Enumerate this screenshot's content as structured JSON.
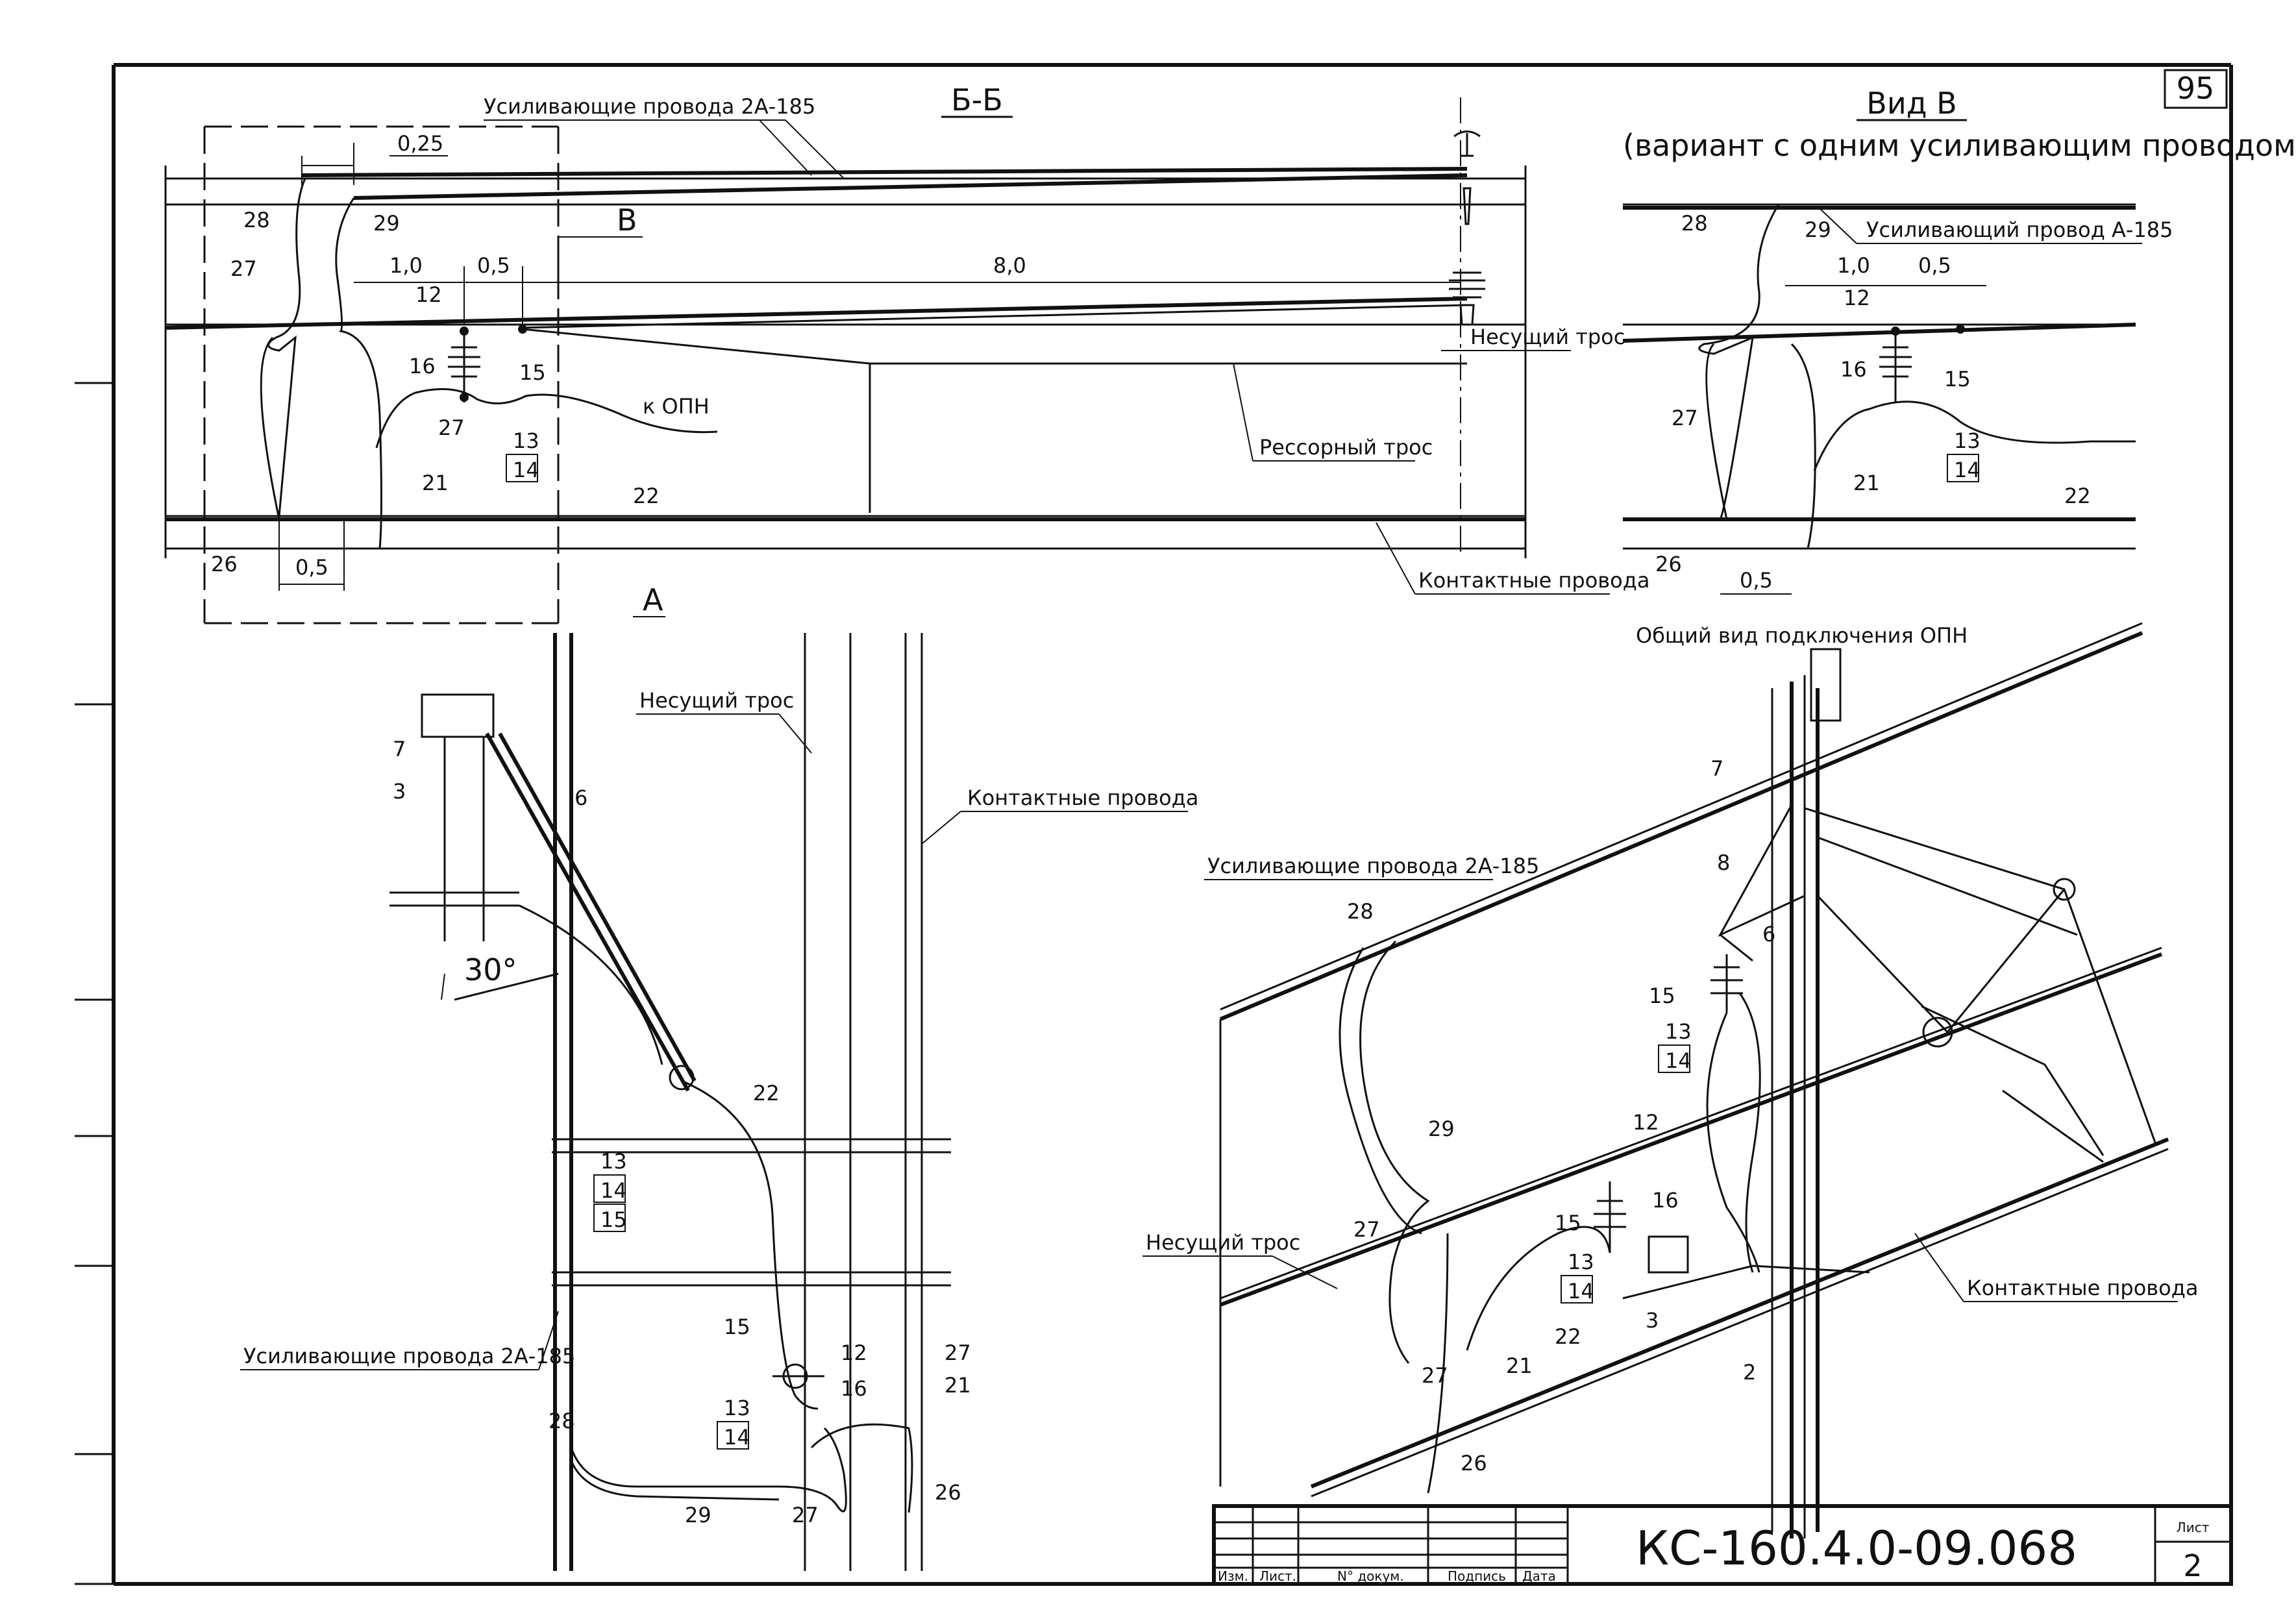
{
  "sheet": {
    "page_number": "95",
    "document_code": "КС-160.4.0-09.068",
    "list_label": "Лист",
    "list_number": "2",
    "title_block_headers": [
      "Изм.",
      "Лист.",
      "N° докум.",
      "Подпись",
      "Дата"
    ]
  },
  "section_bb": {
    "title": "Б-Б",
    "reinforcing_wires": "Усиливающие провода 2А-185",
    "dim_025": "0,25",
    "dim_10": "1,0",
    "dim_05_top": "0,5",
    "dim_80": "8,0",
    "dim_05_bottom": "0,5",
    "view_mark": "В",
    "messenger": "Несущий трос",
    "to_arrester": "к ОПН",
    "spring_wire": "Рессорный трос",
    "contact_wires": "Контактные провода",
    "section_mark": "А",
    "positions": [
      "28",
      "29",
      "27",
      "12",
      "16",
      "15",
      "27",
      "13",
      "14",
      "21",
      "22",
      "26"
    ]
  },
  "view_v": {
    "title": "Вид В",
    "subtitle": "(вариант с одним усиливающим проводом)",
    "reinforcing_wire": "Усиливающий провод А-185",
    "dim_10": "1,0",
    "dim_05_top": "0,5",
    "dim_05_bottom": "0,5",
    "positions": [
      "28",
      "29",
      "12",
      "16",
      "15",
      "27",
      "13",
      "14",
      "21",
      "22",
      "26"
    ]
  },
  "plan_a": {
    "messenger": "Несущий трос",
    "contact_wires": "Контактные провода",
    "reinforcing_wires": "Усиливающие провода 2А-185",
    "angle": "30°",
    "positions": [
      "7",
      "3",
      "6",
      "22",
      "13",
      "14",
      "15",
      "15",
      "12",
      "13",
      "16",
      "14",
      "27",
      "21",
      "28",
      "29",
      "27",
      "26"
    ]
  },
  "iso_view": {
    "title": "Общий вид подключения ОПН",
    "reinforcing_wires": "Усиливающие провода 2А-185",
    "messenger": "Несущий трос",
    "contact_wires": "Контактные провода",
    "positions": [
      "7",
      "8",
      "6",
      "28",
      "15",
      "13",
      "14",
      "29",
      "12",
      "16",
      "15",
      "27",
      "13",
      "14",
      "3",
      "22",
      "27",
      "21",
      "2",
      "26"
    ]
  }
}
